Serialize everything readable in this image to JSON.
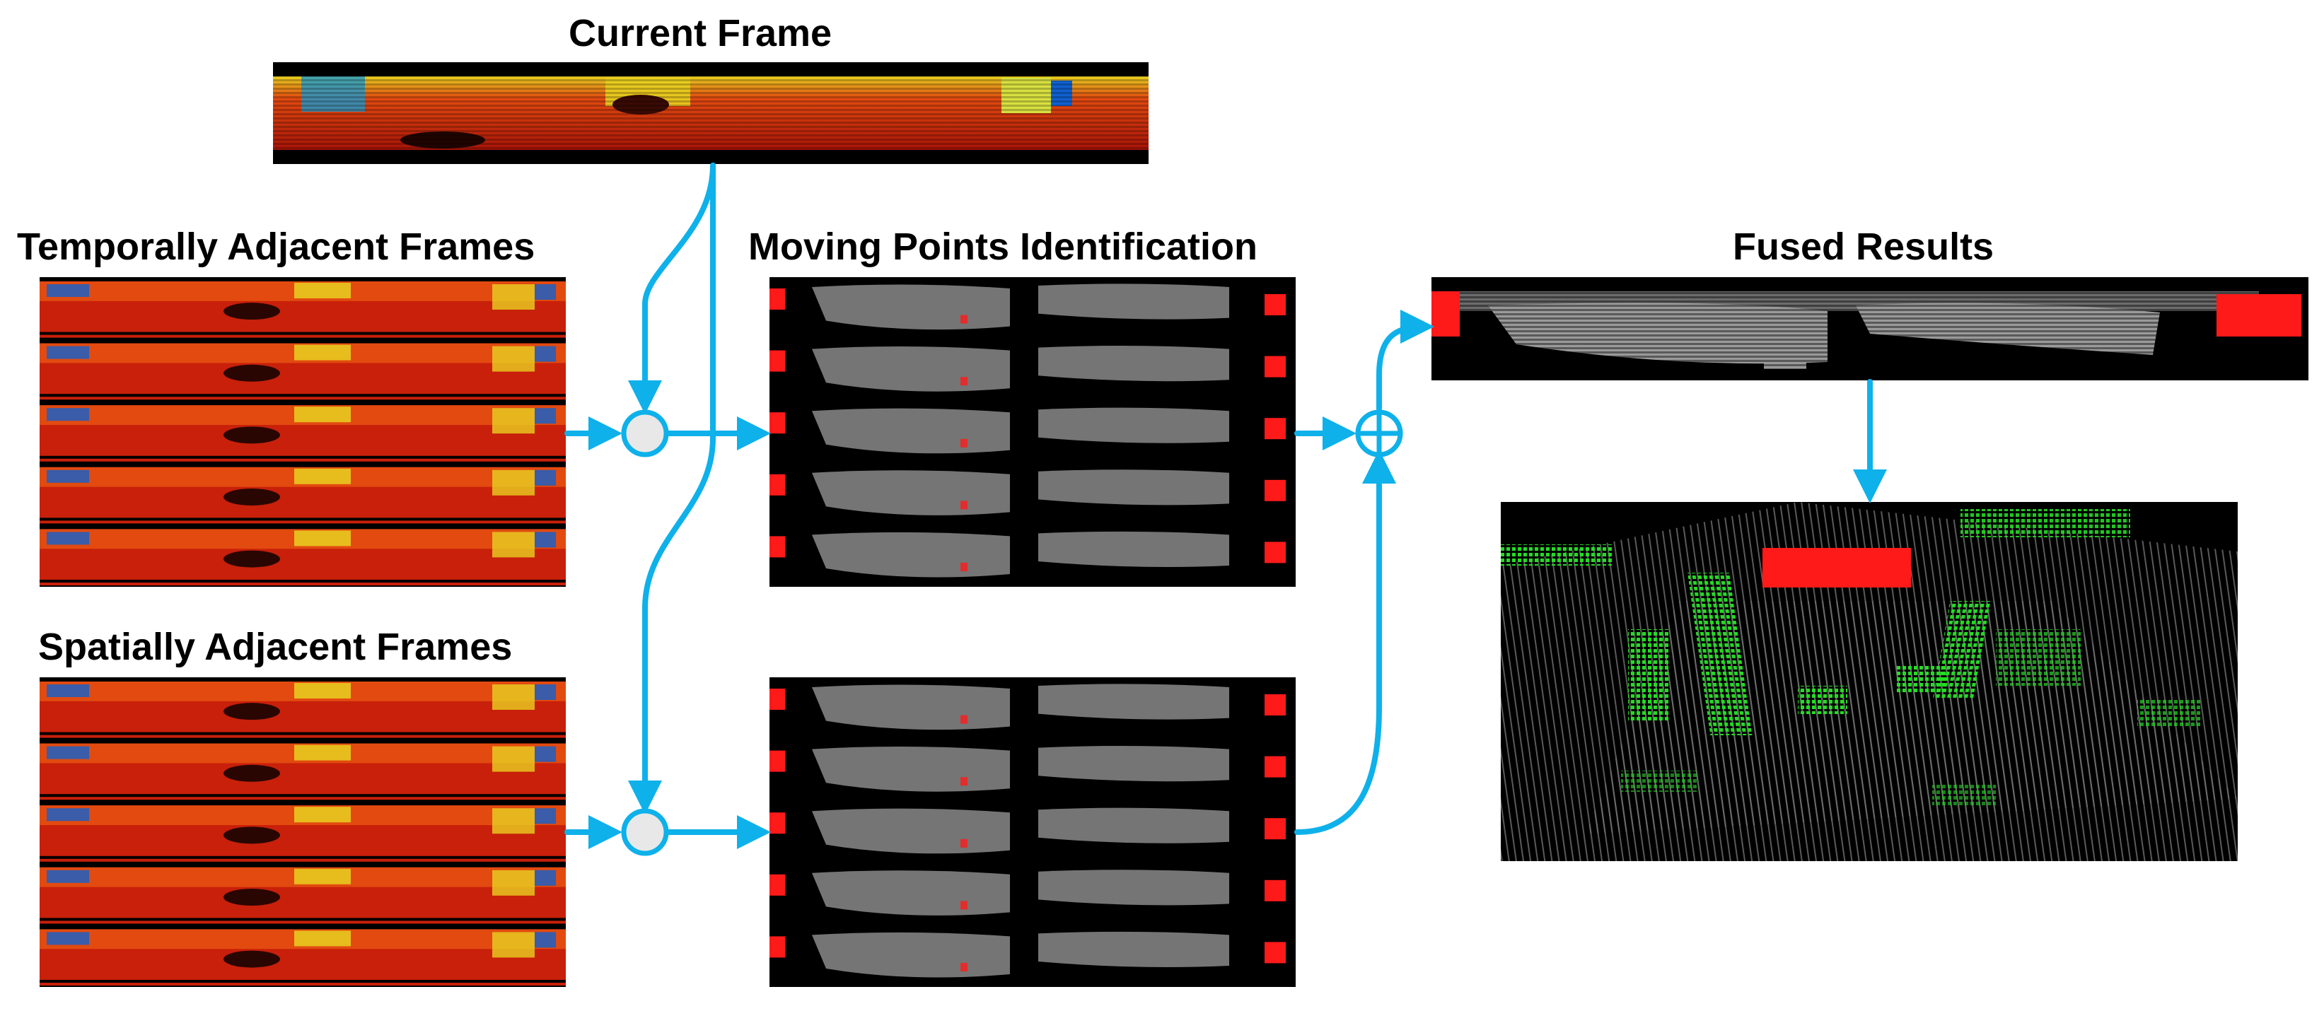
{
  "labels": {
    "current_frame": "Current Frame",
    "temporal": "Temporally Adjacent Frames",
    "moving": "Moving Points Identification",
    "fused": "Fused Results",
    "spatial": "Spatially Adjacent Frames"
  },
  "colors": {
    "arrow": "#0eb1ea",
    "node_fill": "#e8e8e8",
    "depth_red": "#c8200a",
    "depth_orange": "#e24a10",
    "depth_yellow": "#e8d020",
    "depth_blue": "#1060d0",
    "gray_points": "#8a8a8a",
    "moving_red": "#ff1a1a",
    "static_green": "#22dd22"
  },
  "nodes": {
    "temporal_compare": "circle",
    "spatial_compare": "circle",
    "fusion": "circle-plus"
  },
  "stacks": {
    "temporal_frames": 5,
    "spatial_frames": 5,
    "moving_temporal": 5,
    "moving_spatial": 5
  }
}
